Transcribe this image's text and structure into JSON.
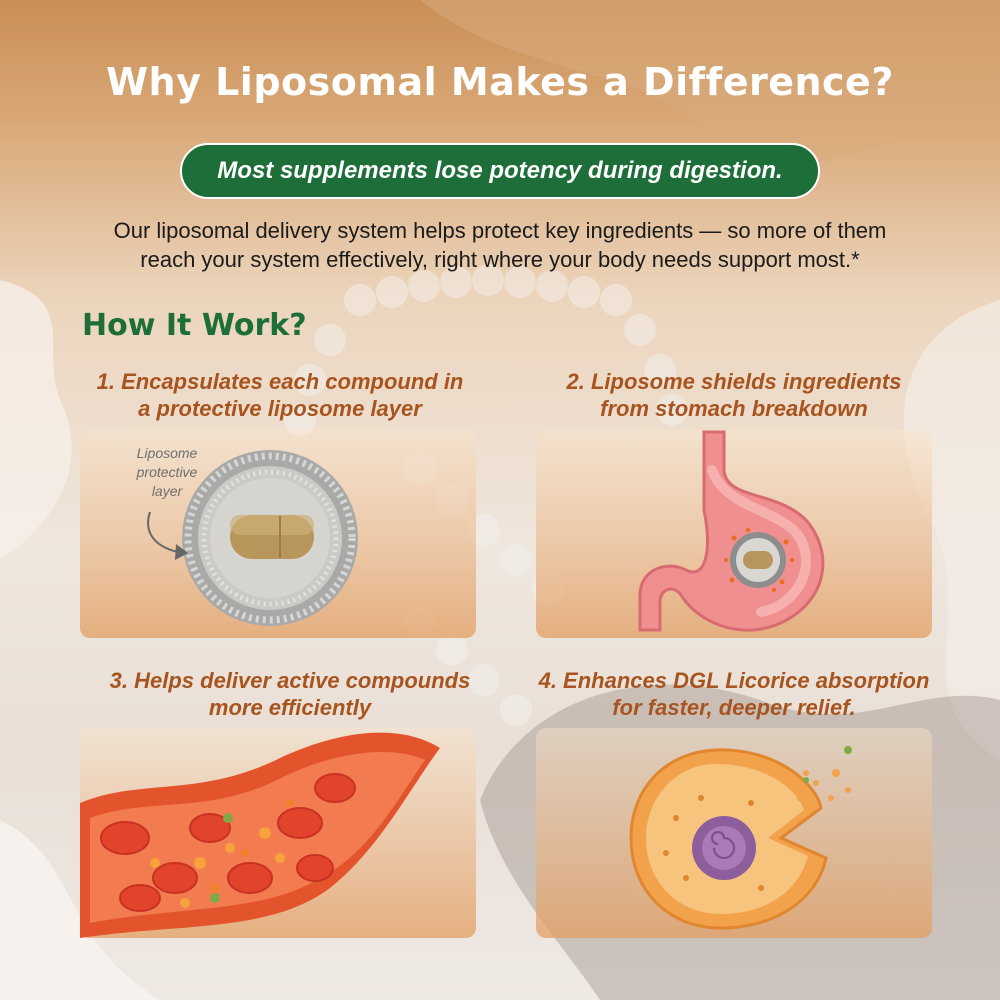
{
  "title": "Why Liposomal Makes a Difference?",
  "banner": "Most supplements lose potency during digestion.",
  "intro": {
    "line1": "Our liposomal delivery system helps protect key ingredients — so more of them",
    "line2": "reach your system effectively, right where your body needs support most.*"
  },
  "how_heading": "How It Work?",
  "steps": [
    {
      "line1": "1. Encapsulates each compound in",
      "line2": "a protective liposome layer"
    },
    {
      "line1": "2. Liposome shields ingredients",
      "line2": "from stomach breakdown"
    },
    {
      "line1": "3. Helps deliver active compounds",
      "line2": "more efficiently"
    },
    {
      "line1": "4. Enhances DGL Licorice absorption",
      "line2": "for faster, deeper relief."
    }
  ],
  "liposome_label": {
    "line1": "Liposome",
    "line2": "protective",
    "line3": "layer"
  },
  "colors": {
    "green": "#1e6e3a",
    "orange_text": "#a8541f",
    "title": "#ffffff"
  }
}
